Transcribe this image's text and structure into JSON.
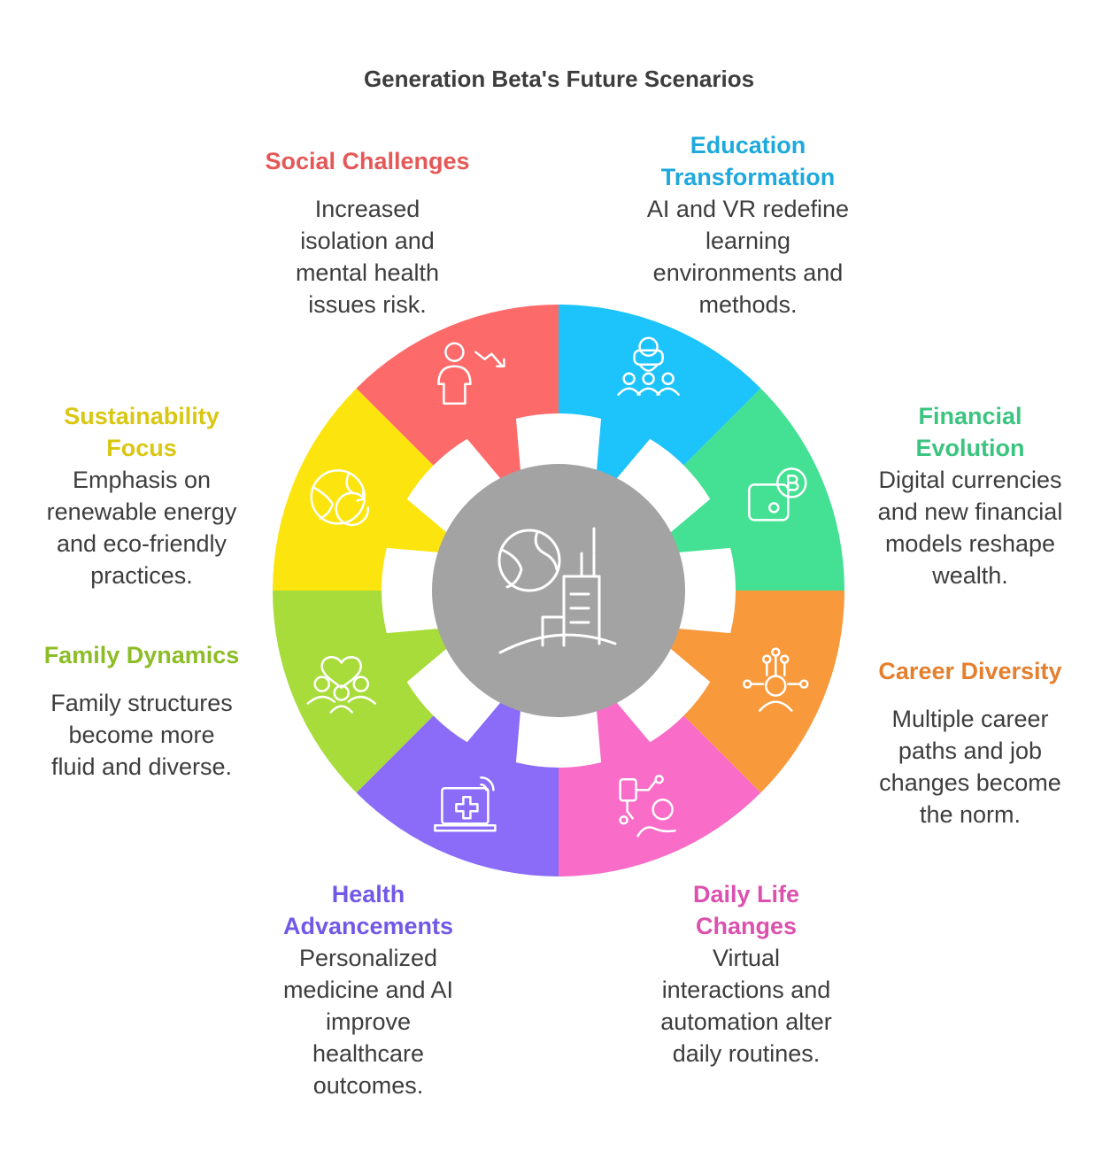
{
  "title": "Generation Beta's Future Scenarios",
  "segments": [
    {
      "key": "education",
      "color": "#1cc4fb",
      "icon": "vr-headset-group-icon",
      "title_lines": [
        "Education",
        "Transformation"
      ],
      "desc_lines": [
        "AI and VR redefine",
        "learning",
        "environments and",
        "methods."
      ]
    },
    {
      "key": "financial",
      "color": "#44e094",
      "icon": "wallet-bitcoin-icon",
      "title_lines": [
        "Financial",
        "Evolution"
      ],
      "desc_lines": [
        "Digital currencies",
        "and new financial",
        "models reshape",
        "wealth."
      ]
    },
    {
      "key": "career",
      "color": "#f8993c",
      "icon": "person-network-icon",
      "title_lines": [
        "Career Diversity"
      ],
      "desc_lines": [
        "Multiple career",
        "paths and job",
        "changes become",
        "the norm."
      ]
    },
    {
      "key": "daily",
      "color": "#f96cc7",
      "icon": "robot-arm-person-icon",
      "title_lines": [
        "Daily Life",
        "Changes"
      ],
      "desc_lines": [
        "Virtual",
        "interactions and",
        "automation alter",
        "daily routines."
      ]
    },
    {
      "key": "health",
      "color": "#8a6cf8",
      "icon": "laptop-medical-icon",
      "title_lines": [
        "Health",
        "Advancements"
      ],
      "desc_lines": [
        "Personalized",
        "medicine and AI",
        "improve",
        "healthcare",
        "outcomes."
      ]
    },
    {
      "key": "family",
      "color": "#a8dc3a",
      "icon": "family-heart-icon",
      "title_lines": [
        "Family Dynamics"
      ],
      "desc_lines": [
        "Family structures",
        "become more",
        "fluid and diverse."
      ]
    },
    {
      "key": "sustainability",
      "color": "#fce50e",
      "icon": "globe-recycle-icon",
      "title_lines": [
        "Sustainability",
        "Focus"
      ],
      "desc_lines": [
        "Emphasis on",
        "renewable energy",
        "and eco-friendly",
        "practices."
      ]
    },
    {
      "key": "social",
      "color": "#fd6a6a",
      "icon": "person-trend-down-icon",
      "title_lines": [
        "Social Challenges"
      ],
      "desc_lines": [
        "Increased",
        "isolation and",
        "mental health",
        "issues risk."
      ]
    }
  ],
  "center": {
    "color": "#a3a3a3",
    "icon": "globe-city-icon"
  },
  "title_colors": {
    "education": "#1ea9dc",
    "financial": "#3bc480",
    "career": "#e47f2e",
    "daily": "#dc50ae",
    "health": "#7258e6",
    "family": "#8dbd26",
    "sustainability": "#d9c712",
    "social": "#e45858"
  }
}
